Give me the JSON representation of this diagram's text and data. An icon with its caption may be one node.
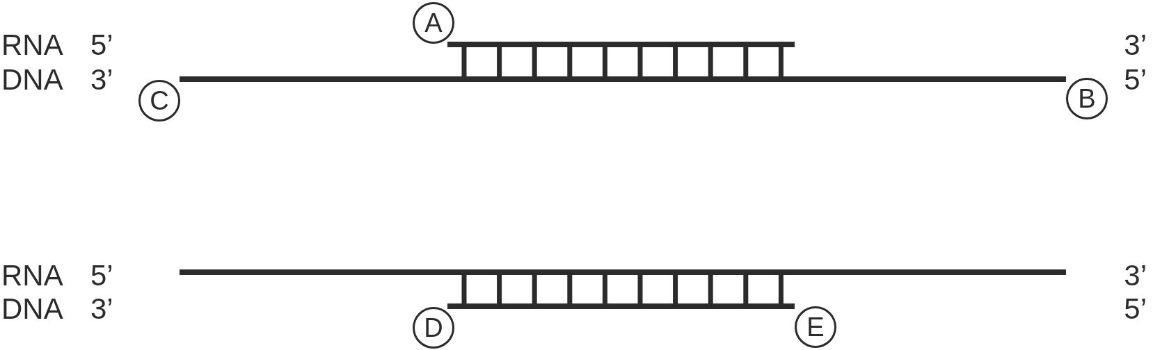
{
  "diagram": {
    "nodes": [
      {
        "text": [
          "A"
        ]
      },
      {
        "text": [],
        "shape": "bar"
      },
      {
        "text": [],
        "shape": "bar"
      },
      {
        "text": [
          "C"
        ]
      },
      {
        "text": [
          "B"
        ]
      },
      {
        "text": [],
        "shape": "bar"
      },
      {
        "text": [],
        "shape": "bar"
      },
      {
        "text": [
          "D"
        ]
      },
      {
        "text": [
          "E"
        ]
      }
    ],
    "edges": [
      {
        "from": 1,
        "to": 2,
        "arrow": "none"
      },
      {
        "from": 1,
        "to": 2,
        "arrow": "none"
      },
      {
        "from": 1,
        "to": 2,
        "arrow": "none"
      },
      {
        "from": 1,
        "to": 2,
        "arrow": "none"
      },
      {
        "from": 1,
        "to": 2,
        "arrow": "none"
      },
      {
        "from": 1,
        "to": 2,
        "arrow": "none"
      },
      {
        "from": 1,
        "to": 2,
        "arrow": "none"
      },
      {
        "from": 1,
        "to": 2,
        "arrow": "none"
      },
      {
        "from": 1,
        "to": 2,
        "arrow": "none"
      },
      {
        "from": 1,
        "to": 2,
        "arrow": "none"
      },
      {
        "from": 5,
        "to": 6,
        "arrow": "none"
      },
      {
        "from": 5,
        "to": 6,
        "arrow": "none"
      },
      {
        "from": 5,
        "to": 6,
        "arrow": "none"
      },
      {
        "from": 5,
        "to": 6,
        "arrow": "none"
      },
      {
        "from": 5,
        "to": 6,
        "arrow": "none"
      },
      {
        "from": 5,
        "to": 6,
        "arrow": "none"
      },
      {
        "from": 5,
        "to": 6,
        "arrow": "none"
      },
      {
        "from": 5,
        "to": 6,
        "arrow": "none"
      },
      {
        "from": 5,
        "to": 6,
        "arrow": "none"
      },
      {
        "from": 5,
        "to": 6,
        "arrow": "none"
      }
    ],
    "labels": [
      "RNA",
      "5’",
      "3’",
      "DNA",
      "3’",
      "5’",
      "RNA",
      "5’",
      "3’",
      "DNA",
      "3’",
      "5’"
    ]
  }
}
